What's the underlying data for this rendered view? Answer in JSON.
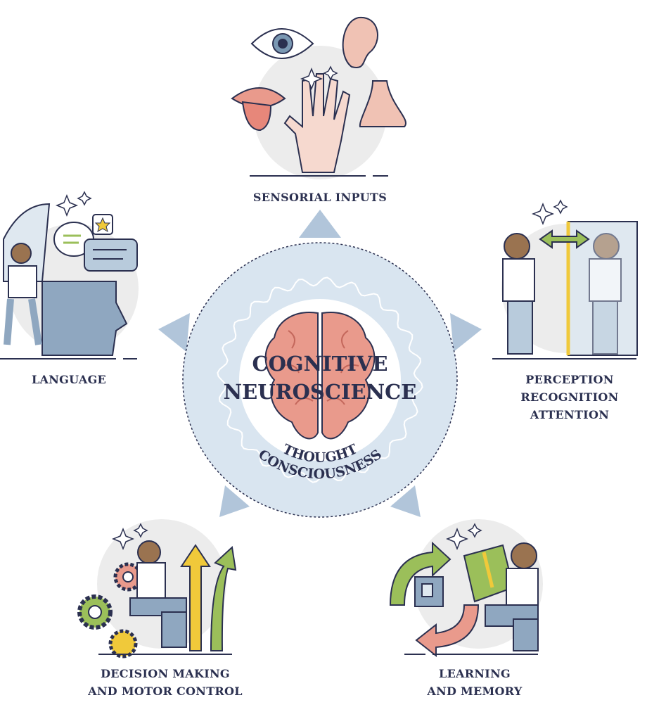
{
  "center": {
    "title_line1": "COGNITIVE",
    "title_line2": "NEUROSCIENCE",
    "arc_line1": "THOUGHT",
    "arc_line2": "CONSCIOUSNESS"
  },
  "nodes": {
    "sensorial": {
      "line1": "SENSORIAL INPUTS"
    },
    "language": {
      "line1": "LANGUAGE"
    },
    "perception": {
      "line1": "PERCEPTION",
      "line2": "RECOGNITION",
      "line3": "ATTENTION"
    },
    "decision": {
      "line1": "DECISION MAKING",
      "line2": "AND MOTOR CONTROL"
    },
    "learning": {
      "line1": "LEARNING",
      "line2": "AND MEMORY"
    }
  },
  "colors": {
    "text": "#2b3050",
    "ring": "#d4e1ee",
    "arrow": "#a9bfd6",
    "brain": "#e99a8c",
    "green": "#9bbf5a",
    "yellow": "#f0c93a",
    "circle_bg": "#ececec"
  }
}
